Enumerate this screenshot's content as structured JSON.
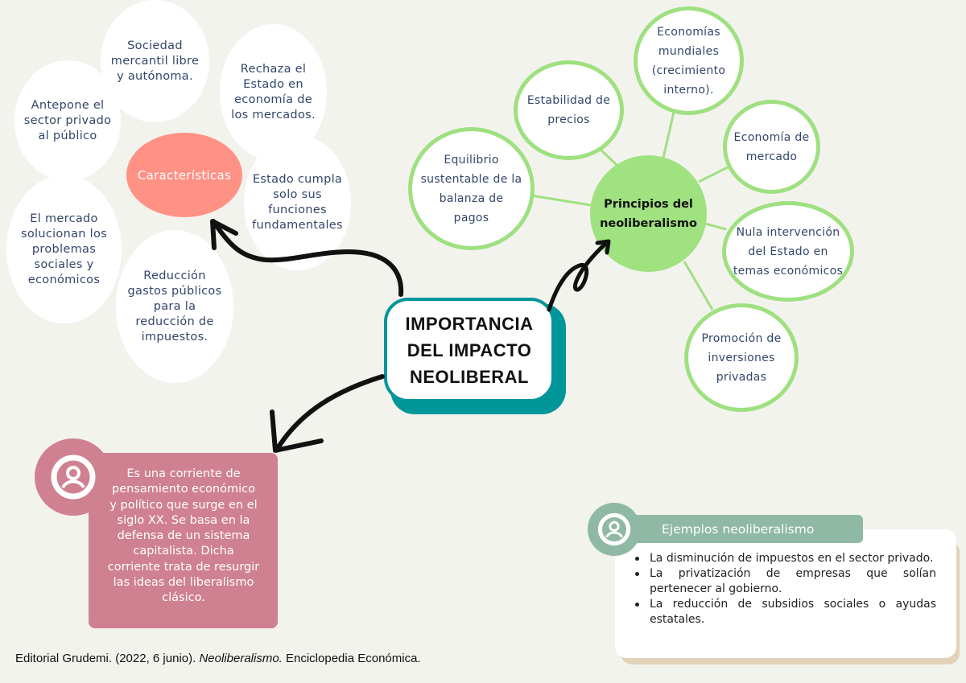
{
  "center": {
    "title_lines": [
      "IMPORTANCIA",
      "DEL IMPACTO",
      "NEOLIBERAL"
    ]
  },
  "characteristics": {
    "label": "Características",
    "items": [
      {
        "lines": [
          "Sociedad",
          "mercantil libre",
          "y autónoma."
        ]
      },
      {
        "lines": [
          "Rechaza el",
          "Estado en",
          "economía de",
          "los mercados."
        ]
      },
      {
        "lines": [
          "Antepone el",
          "sector privado",
          "al público"
        ]
      },
      {
        "lines": [
          "Estado cumpla",
          "solo sus",
          "funciones",
          "fundamentales"
        ]
      },
      {
        "lines": [
          "El mercado",
          "solucionan los",
          "problemas",
          "sociales y",
          "económicos"
        ]
      },
      {
        "lines": [
          "Reducción",
          "gastos públicos",
          "para la",
          "reducción de",
          "impuestos."
        ]
      }
    ]
  },
  "principles": {
    "label_lines": [
      "Principios del",
      "neoliberalismo"
    ],
    "items": [
      {
        "lines": [
          "Equilibrio",
          "sustentable de la",
          "balanza de",
          "pagos"
        ]
      },
      {
        "lines": [
          "Estabilidad de",
          "precios"
        ]
      },
      {
        "lines": [
          "Economías",
          "mundiales",
          "(crecimiento",
          "interno)."
        ]
      },
      {
        "lines": [
          "Economía de",
          "mercado"
        ]
      },
      {
        "lines": [
          "Nula intervención",
          "del Estado en",
          "temas económicos"
        ]
      },
      {
        "lines": [
          "Promoción de",
          "inversiones",
          "privadas"
        ]
      }
    ]
  },
  "definition": {
    "icon": "person-icon",
    "lines": [
      "Es una corriente de",
      "pensamiento económico",
      "y político que surge en el",
      "siglo XX. Se basa en la",
      "defensa de un sistema",
      "capitalista. Dicha",
      "corriente trata de resurgir",
      "las ideas del liberalismo",
      "clásico."
    ]
  },
  "examples": {
    "icon": "person-icon",
    "title": "Ejemplos neoliberalismo",
    "items": [
      "La disminución de impuestos en el sector privado.",
      "La privatización de empresas que solían pertenecer al gobierno.",
      "La reducción de subsidios sociales o ayudas estatales."
    ]
  },
  "citation": {
    "prefix": "Editorial Grudemi. (2022, 6 junio). ",
    "title": "Neoliberalismo.",
    "suffix": " Enciclopedia Económica."
  },
  "colors": {
    "background": "#f3f3ee",
    "characteristics_accent": "#ff9185",
    "principles_accent": "#a0e180",
    "center_border": "#00969a",
    "definition_box": "#cf8091",
    "examples_header": "#8fb9a5",
    "examples_shadow": "#e4d2b8",
    "bubble_text": "#34466b"
  }
}
